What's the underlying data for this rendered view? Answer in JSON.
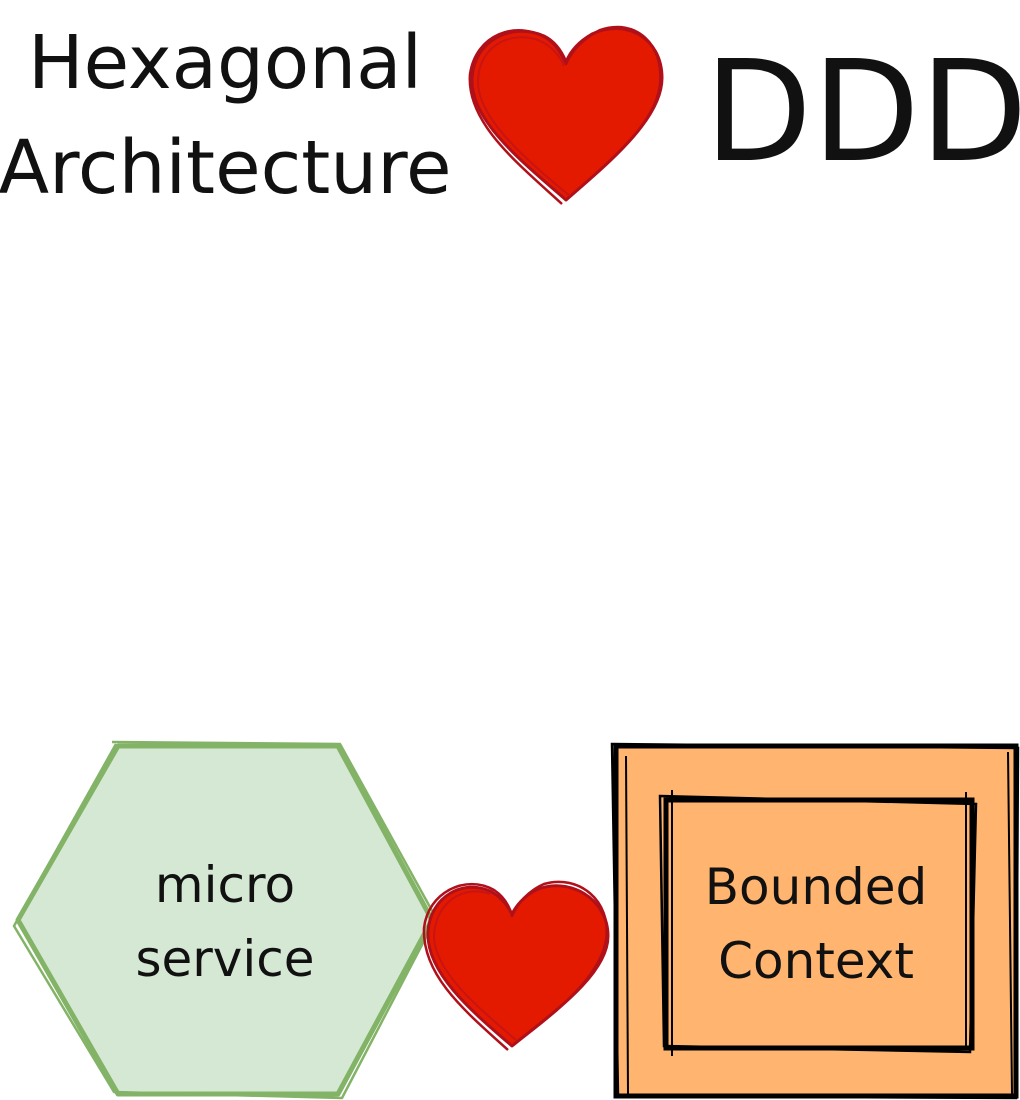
{
  "title": {
    "left_line1": "Hexagonal",
    "left_line2": "Architecture",
    "right": "DDD"
  },
  "diagram": {
    "hexagon_line1": "micro",
    "hexagon_line2": "service",
    "box_line1": "Bounded",
    "box_line2": "Context"
  },
  "colors": {
    "heart_fill": "#e31a00",
    "heart_stroke": "#b0101a",
    "hex_fill": "#d5e8d4",
    "hex_stroke": "#82b366",
    "box_fill": "#ffb570",
    "box_stroke": "#000000",
    "text": "#111111"
  },
  "icons": {
    "top_heart": "heart-icon",
    "connector_heart": "heart-icon"
  }
}
